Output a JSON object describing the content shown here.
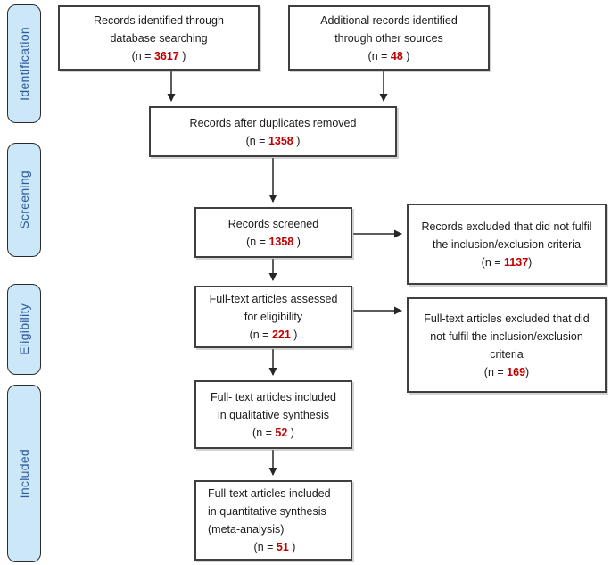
{
  "figure_type": "PRISMA flow diagram",
  "stages": [
    {
      "label": "Identification"
    },
    {
      "label": "Screening"
    },
    {
      "label": "Eligibility"
    },
    {
      "label": "Included"
    }
  ],
  "boxes": [
    {
      "name": "records-identified",
      "lines": [
        "Records identified through",
        "database searching"
      ],
      "n_prefix": "(n = ",
      "n_value": "3617",
      "n_suffix": " )"
    },
    {
      "name": "additional-records",
      "lines": [
        "Additional records identified",
        "through other sources"
      ],
      "n_prefix": "(n = ",
      "n_value": "48",
      "n_suffix": " )"
    },
    {
      "name": "duplicates-removed",
      "lines": [
        "Records after duplicates removed"
      ],
      "n_prefix": "(n = ",
      "n_value": "1358",
      "n_suffix": " )"
    },
    {
      "name": "records-screened",
      "lines": [
        "Records screened"
      ],
      "n_prefix": "(n = ",
      "n_value": "1358",
      "n_suffix": " )"
    },
    {
      "name": "records-excluded",
      "lines": [
        "Records excluded that did not fulfil",
        "the inclusion/exclusion criteria"
      ],
      "n_prefix": "(n = ",
      "n_value": "1137",
      "n_suffix": ")"
    },
    {
      "name": "fulltext-assessed",
      "lines": [
        "Full-text articles assessed",
        "for eligibility"
      ],
      "n_prefix": "(n = ",
      "n_value": "221",
      "n_suffix": " )"
    },
    {
      "name": "fulltext-excluded",
      "lines": [
        "Full-text articles excluded that did",
        "not fulfil the inclusion/exclusion",
        "criteria"
      ],
      "n_prefix": "(n = ",
      "n_value": "169",
      "n_suffix": ")"
    },
    {
      "name": "qualitative-synthesis",
      "lines": [
        "Full- text articles included",
        "in qualitative synthesis"
      ],
      "n_prefix": "(n = ",
      "n_value": "52",
      "n_suffix": " )"
    },
    {
      "name": "quantitative-synthesis",
      "lines": [
        "Full-text articles included",
        "in quantitative synthesis",
        "(meta-analysis)"
      ],
      "n_prefix": "(n = ",
      "n_value": "51",
      "n_suffix": " )"
    }
  ],
  "colors": {
    "n_value_red": "#c00000",
    "box_border": "#3f3f3f",
    "stage_fill": "#cbe7f8",
    "stage_text_blue": "#2d5b9e",
    "arrow": "#262626",
    "background": "#ffffff"
  }
}
